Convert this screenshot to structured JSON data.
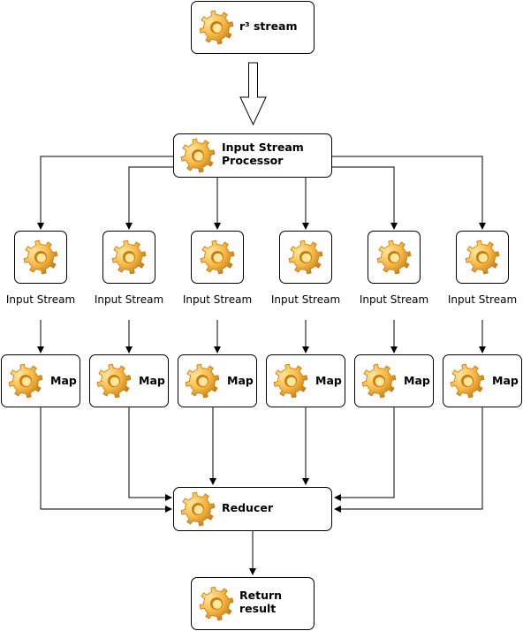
{
  "nodes": {
    "stream": {
      "label": "r³ stream"
    },
    "processor": {
      "label": "Input Stream Processor"
    },
    "input_caption": "Input Stream",
    "map_label": "Map",
    "reducer": {
      "label": "Reducer"
    },
    "result": {
      "label": "Return result"
    }
  },
  "icons": {
    "node": "gear-icon"
  },
  "colors": {
    "gear_light": "#fde79a",
    "gear_mid": "#f6b744",
    "gear_dark": "#c77a12",
    "stroke": "#000000",
    "box_fill": "#ffffff"
  }
}
